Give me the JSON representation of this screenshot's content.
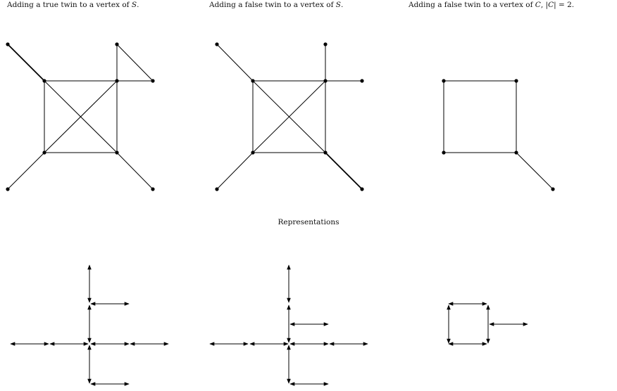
{
  "captions": {
    "panel1": {
      "prefix": "Adding a true twin to a vertex of ",
      "var": "S",
      "suffix": "."
    },
    "panel2": {
      "prefix": "Adding a false twin to a vertex of ",
      "var": "S",
      "suffix": "."
    },
    "panel3": {
      "prefix": "Adding a false twin to a vertex of ",
      "var": "C",
      "mid": ", |",
      "var2": "C",
      "suffix": "| = 2."
    },
    "representations": "Representations"
  }
}
